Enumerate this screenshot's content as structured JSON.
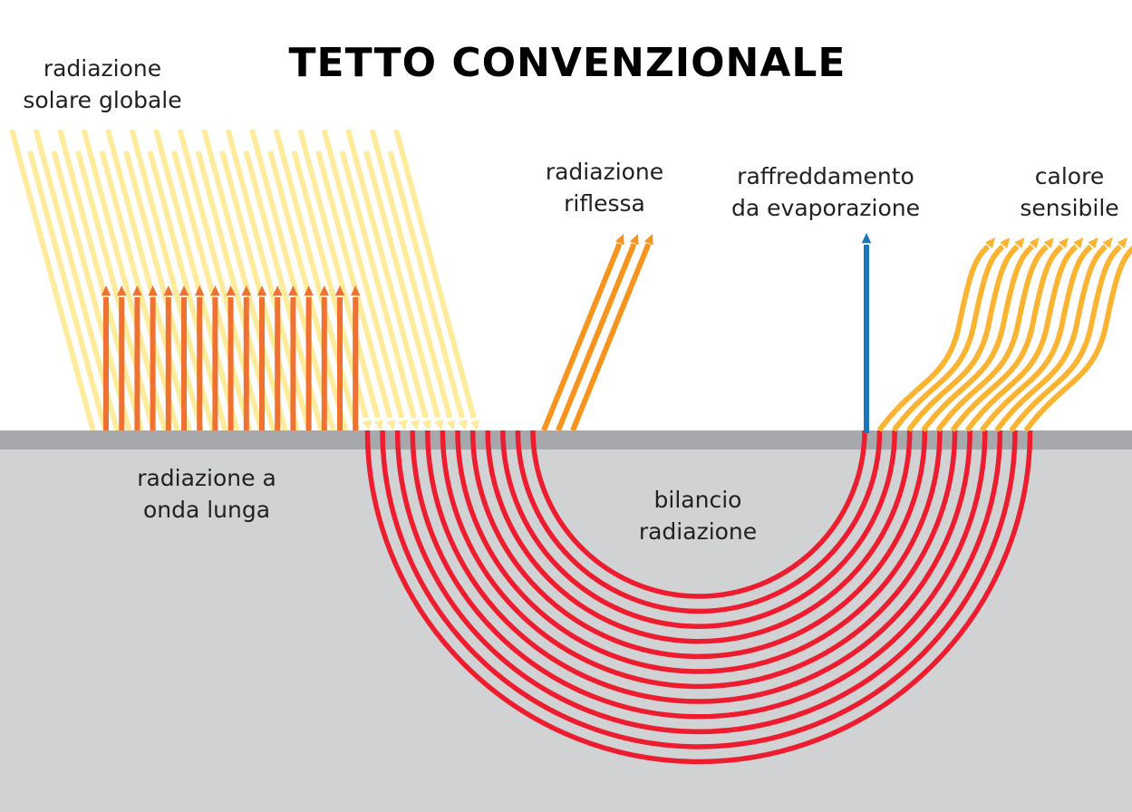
{
  "title": "TETTO CONVENZIONALE",
  "labels": {
    "global_solar": "radiazione\nsolare globale",
    "reflected": "radiazione\nriflessa",
    "evaporation": "raffreddamento\nda evaporazione",
    "sensible_heat": "calore\nsensibile",
    "longwave": "radiazione a\nonda lunga",
    "balance": "bilancio\nradiazione"
  },
  "colors": {
    "solar": "#feeb9c",
    "longwave": "#f07232",
    "reflected": "#f7941d",
    "evaporation": "#1b75bb",
    "sensible": "#fbb431",
    "balance": "#ed1c2e",
    "surface": "#a7a8ab",
    "ground": "#d1d2d4"
  }
}
